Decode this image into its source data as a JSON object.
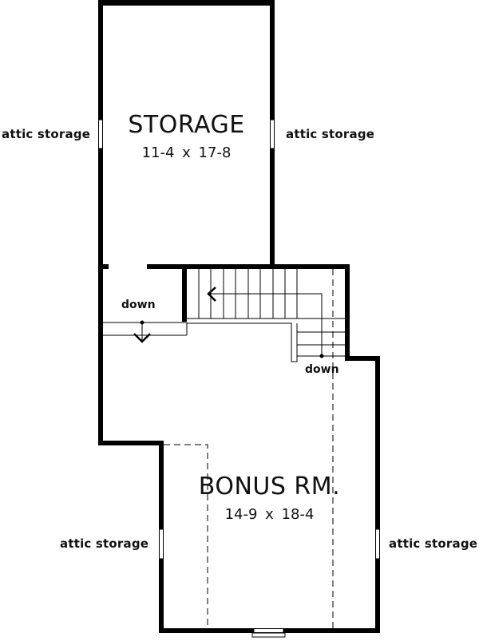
{
  "plan": {
    "colors": {
      "wall": "#000000",
      "background": "#ffffff",
      "text": "#111111"
    },
    "rooms": [
      {
        "name": "STORAGE",
        "dimensions": "11-4 x 17-8"
      },
      {
        "name": "BONUS RM.",
        "dimensions": "14-9 x 18-4"
      }
    ],
    "side_labels": [
      {
        "text": "attic storage",
        "position": "storage-left"
      },
      {
        "text": "attic storage",
        "position": "storage-right"
      },
      {
        "text": "attic storage",
        "position": "bonus-left"
      },
      {
        "text": "attic storage",
        "position": "bonus-right"
      }
    ],
    "stair_labels": [
      {
        "text": "down",
        "position": "left-landing"
      },
      {
        "text": "down",
        "position": "right-stair"
      }
    ]
  }
}
